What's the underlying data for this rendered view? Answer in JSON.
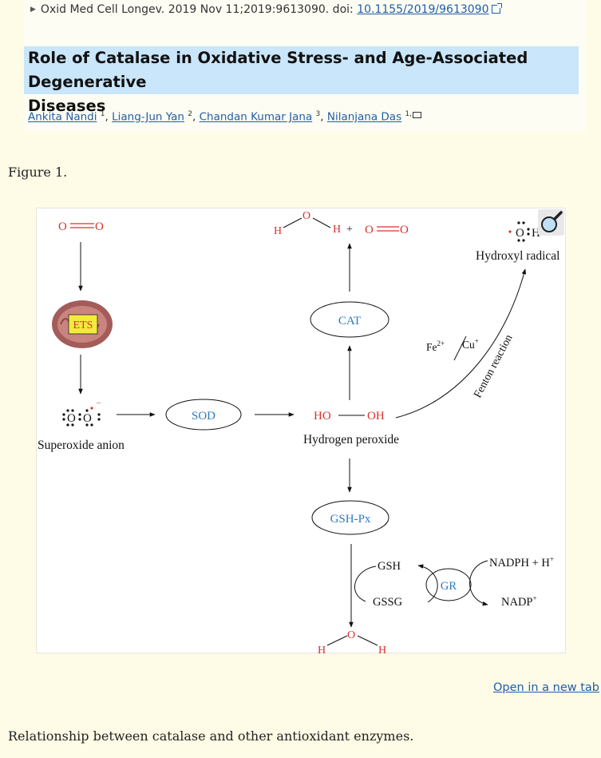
{
  "citation": {
    "journal": "Oxid Med Cell Longev",
    "date_volume": ". 2019 Nov 11;2019:9613090. doi: ",
    "doi": "10.1155/2019/9613090"
  },
  "article": {
    "title_line1": "Role of Catalase in Oxidative Stress- and Age-Associated Degenerative",
    "title_line2": "Diseases",
    "authors": [
      {
        "name": "Ankita Nandi",
        "aff": "1"
      },
      {
        "name": "Liang-Jun Yan",
        "aff": "2"
      },
      {
        "name": "Chandan Kumar Jana",
        "aff": "3"
      },
      {
        "name": "Nilanjana Das",
        "aff": "1,"
      }
    ]
  },
  "figure": {
    "label": "Figure 1.",
    "caption": "Relationship between catalase and other antioxidant enzymes.",
    "open_link": "Open in a new tab",
    "diagram": {
      "o2_left": "O",
      "o2_right": "O",
      "ets": "ETS",
      "superoxide": "Superoxide anion",
      "sod": "SOD",
      "cat": "CAT",
      "water_h": "H",
      "water_o": "O",
      "plus": "+",
      "ho": "HO",
      "oh": "OH",
      "hydrogen_peroxide": "Hydrogen peroxide",
      "gshpx": "GSH-Px",
      "gsh": "GSH",
      "gssg": "GSSG",
      "gr": "GR",
      "nadph": "NADPH + H",
      "nadp": "NADP",
      "fe": "Fe",
      "fe_sup": "2+",
      "cu": "Cu",
      "plus_sup": "+",
      "fenton": "Fenton reaction",
      "hydroxyl_radical": "Hydroxyl radical",
      "hydroxyl_o": "O",
      "hydroxyl_h": "H"
    }
  }
}
